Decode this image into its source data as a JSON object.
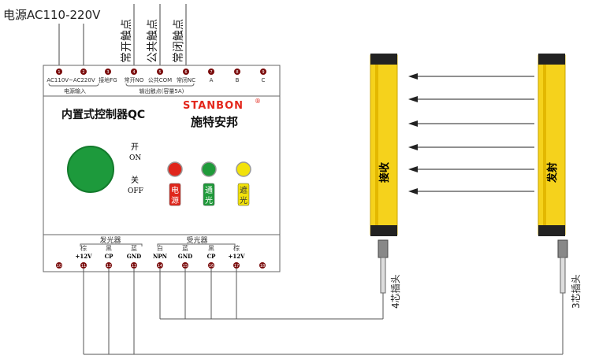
{
  "top_labels": {
    "power": "电源AC110-220V",
    "no_contact": "常开触点",
    "com_contact": "公共触点",
    "nc_contact": "常闭触点"
  },
  "top_terminals": [
    {
      "num": "1",
      "label": "AC110V~AC220V"
    },
    {
      "num": "2",
      "label": ""
    },
    {
      "num": "3",
      "label": "接地FG"
    },
    {
      "num": "4",
      "label": "常开NO"
    },
    {
      "num": "5",
      "label": "公共COM"
    },
    {
      "num": "6",
      "label": "常闭NC"
    },
    {
      "num": "7",
      "label": "A"
    },
    {
      "num": "8",
      "label": "B"
    },
    {
      "num": "9",
      "label": "C"
    }
  ],
  "top_groups": {
    "power_input": "电源输入",
    "output": "输出触点(容量5A)"
  },
  "controller": {
    "title": "内置式控制器QC",
    "brand": "STANBON",
    "brand_mark": "®",
    "brand_cn": "施特安邦",
    "on_cn": "开",
    "on": "ON",
    "off_cn": "关",
    "off": "OFF",
    "leds": [
      {
        "label1": "电",
        "label2": "源",
        "color": "#e0261c"
      },
      {
        "label1": "通",
        "label2": "光",
        "color": "#1f9a3a"
      },
      {
        "label1": "遮",
        "label2": "光",
        "color": "#f2e20a"
      }
    ],
    "button_color": "#1d9a3c",
    "brand_color": "#e3261b"
  },
  "bottom_groups": {
    "emitter": "发光器",
    "receiver": "受光器"
  },
  "bottom_terminals": [
    {
      "num": "10",
      "color": "",
      "signal": ""
    },
    {
      "num": "11",
      "color": "棕",
      "signal": "+12V"
    },
    {
      "num": "12",
      "color": "黑",
      "signal": "CP"
    },
    {
      "num": "13",
      "color": "蓝",
      "signal": "GND"
    },
    {
      "num": "14",
      "color": "白",
      "signal": "NPN"
    },
    {
      "num": "15",
      "color": "蓝",
      "signal": "GND"
    },
    {
      "num": "16",
      "color": "黑",
      "signal": "CP"
    },
    {
      "num": "17",
      "color": "棕",
      "signal": "+12V"
    },
    {
      "num": "18",
      "color": "",
      "signal": ""
    }
  ],
  "receiver": {
    "label": "接收",
    "plug": "4芯插头"
  },
  "emitter": {
    "label": "发射",
    "plug": "3芯插头"
  },
  "bar_color": "#f5d21c"
}
